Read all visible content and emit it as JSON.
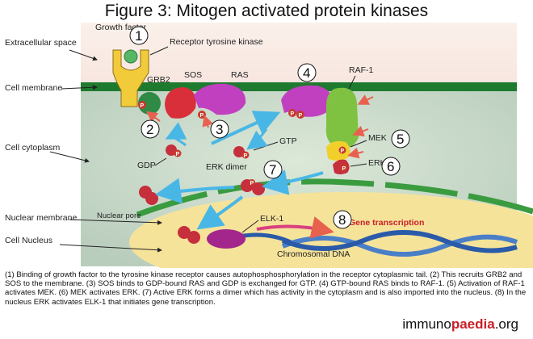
{
  "title": "Figure 3: Mitogen activated protein kinases",
  "regions": {
    "extracellular": "Extracellular space",
    "cell_membrane": "Cell membrane",
    "cytoplasm": "Cell cytoplasm",
    "nuclear_membrane": "Nuclear membrane",
    "nucleus": "Cell Nucleus",
    "nuclear_pore": "Nuclear pore"
  },
  "molecules": {
    "growth_factor": "Growth factor",
    "receptor": "Receptor tyrosine kinase",
    "grb2": "GRB2",
    "sos": "SOS",
    "ras": "RAS",
    "raf1": "RAF-1",
    "mek": "MEK",
    "erk": "ERK",
    "gtp": "GTP",
    "gdp": "GDP",
    "erk_dimer": "ERK dimer",
    "elk1": "ELK-1",
    "gene_transcription": "Gene transcription",
    "chromosomal_dna": "Chromosomal DNA",
    "phospho": "P"
  },
  "steps": [
    "1",
    "2",
    "3",
    "4",
    "5",
    "6",
    "7",
    "8"
  ],
  "caption": "(1) Binding of growth factor to the tyrosine kinase receptor causes autophosphosphorylation in the receptor cytoplasmic tail. (2) This recruits GRB2 and SOS to the membrane. (3) SOS binds to GDP-bound RAS and GDP is exchanged for GTP. (4) GTP-bound RAS binds to RAF-1. (5) Activation of RAF-1 activates MEK. (6) MEK activates ERK. (7) Active ERK forms a dimer which has activity in the cytoplasm and is also imported into the nucleus. (8) In the nucleus ERK activates ELK-1 that initiates gene transcription.",
  "logo": {
    "part1": "immuno",
    "part2": "paedia",
    "part3": ".org"
  },
  "colors": {
    "membrane": "#1e7a2e",
    "receptor": "#f2cb3a",
    "ras": "#c040c0",
    "raf": "#7fc241",
    "erk": "#c62f3c",
    "arrow": "#49b7e6",
    "nucleus": "#f6e39a"
  }
}
